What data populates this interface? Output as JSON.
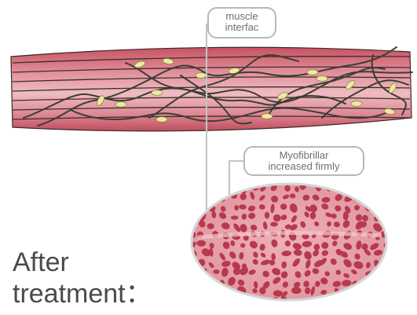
{
  "labels": {
    "muscle_interface": [
      "muscle",
      "interfac"
    ],
    "myofibrillar": [
      "Myofibrillar",
      "increased firmly"
    ],
    "caption": [
      "After",
      "treatment："
    ]
  },
  "colors": {
    "muscle_dark": "#c05060",
    "muscle_light": "#e9aab1",
    "nerve_fiber": "#3d3d35",
    "node": "#ede9a2",
    "cross_section_bg": "#e69fa7",
    "cross_section_dots": "#b7394d",
    "callout_border": "#b8b8b8",
    "callout_text": "#6f6f6f",
    "caption_text": "#4a4a4a"
  }
}
